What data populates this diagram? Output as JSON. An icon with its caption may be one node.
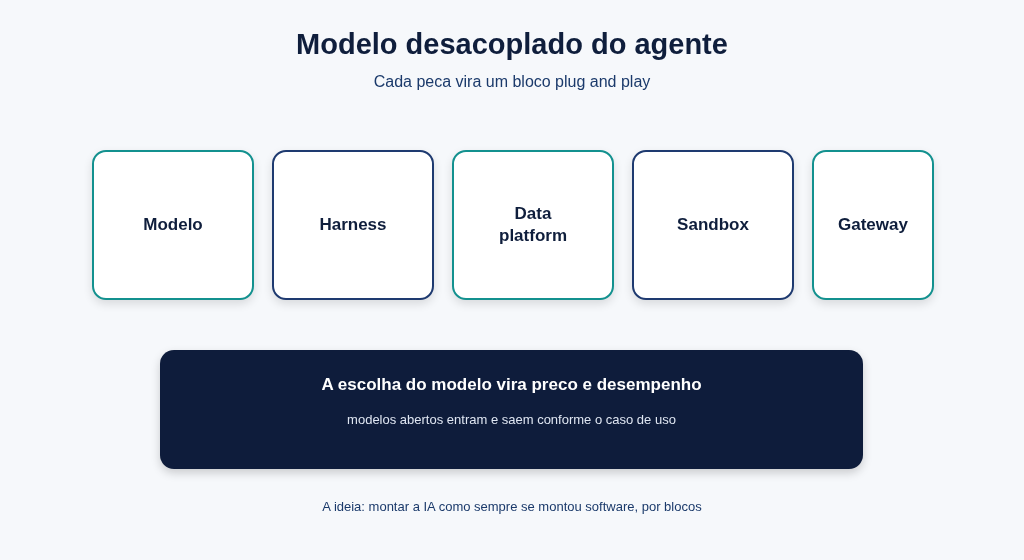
{
  "diagram": {
    "title": "Modelo desacoplado do agente",
    "caption": "A ideia: montar a IA como sempre se montou software, por blocos",
    "nodes": [
      {
        "text": [
          "Modelo"
        ]
      },
      {
        "text": [
          "Harness"
        ]
      },
      {
        "text": [
          "Data platform"
        ]
      },
      {
        "text": [
          "Sandbox"
        ]
      },
      {
        "text": [
          "Gateway"
        ]
      },
      {
        "text": [
          "A escolha do modelo vira preco e desempenho",
          "modelos abertos entram e saem conforme o caso de uso"
        ]
      }
    ],
    "edges": [],
    "labels": [
      "Cada peca vira um bloco plug and play"
    ]
  }
}
